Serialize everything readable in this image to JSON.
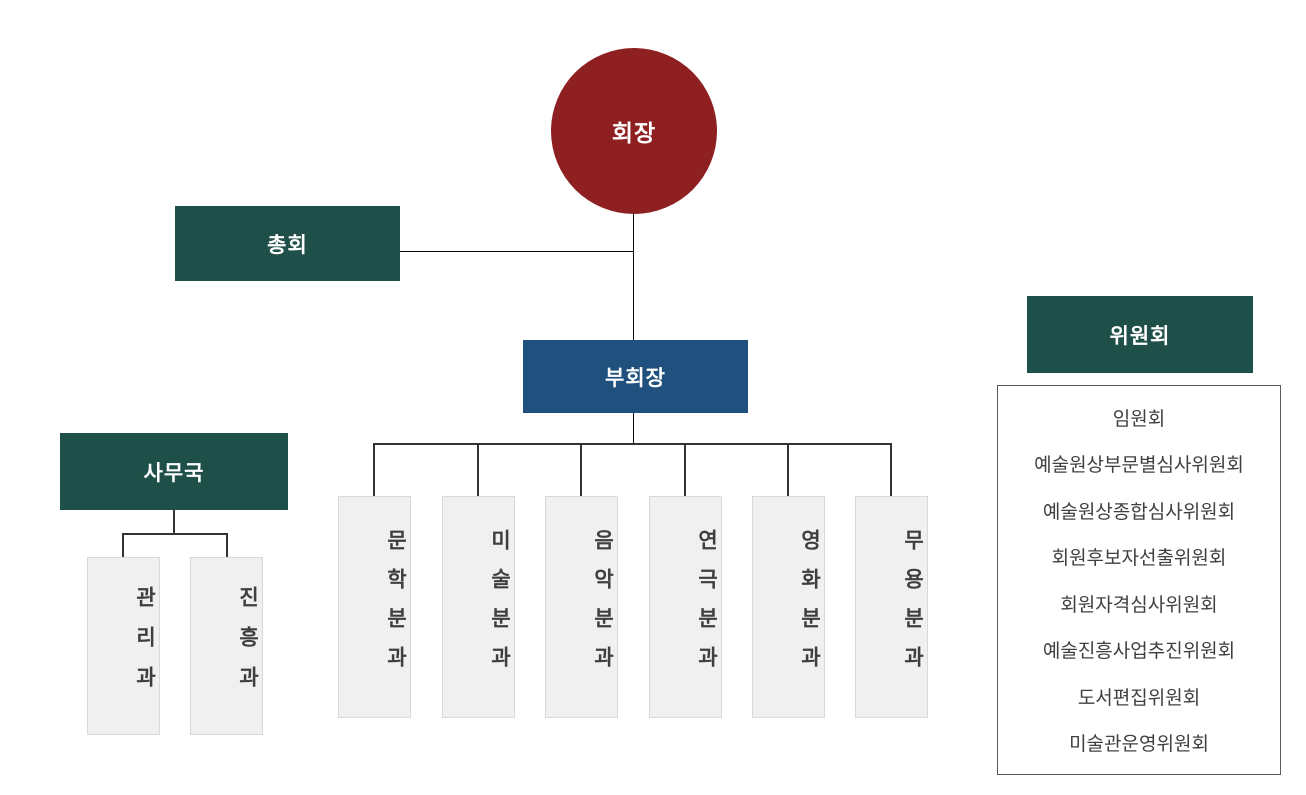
{
  "diagram": {
    "chairman": {
      "label": "회장"
    },
    "general_assembly": {
      "label": "총회"
    },
    "vice_chairman": {
      "label": "부회장"
    },
    "secretariat": {
      "label": "사무국",
      "departments": [
        {
          "label": "관리과"
        },
        {
          "label": "진흥과"
        }
      ]
    },
    "divisions": [
      {
        "label": "문학분과"
      },
      {
        "label": "미술분과"
      },
      {
        "label": "음악분과"
      },
      {
        "label": "연극분과"
      },
      {
        "label": "영화분과"
      },
      {
        "label": "무용분과"
      }
    ],
    "committees": {
      "label": "위원회",
      "items": [
        "임원회",
        "예술원상부문별심사위원회",
        "예술원상종합심사위원회",
        "회원후보자선출위원회",
        "회원자격심사위원회",
        "예술진흥사업추진위원회",
        "도서편집위원회",
        "미술관운영위원회"
      ]
    }
  },
  "colors": {
    "chairman_red": "#8E2022",
    "teal": "#1E4F48",
    "blue": "#1F507E",
    "gray_box_fill": "#F0F0F0",
    "gray_box_border": "#D9D9D9",
    "connector_line": "#0a0a0a",
    "sub_connector_line": "#333333",
    "gray_box_text": "#3F3F3F",
    "committee_list_text": "#404040",
    "committee_list_border": "#595959",
    "node_text": "#FFFFFF"
  }
}
